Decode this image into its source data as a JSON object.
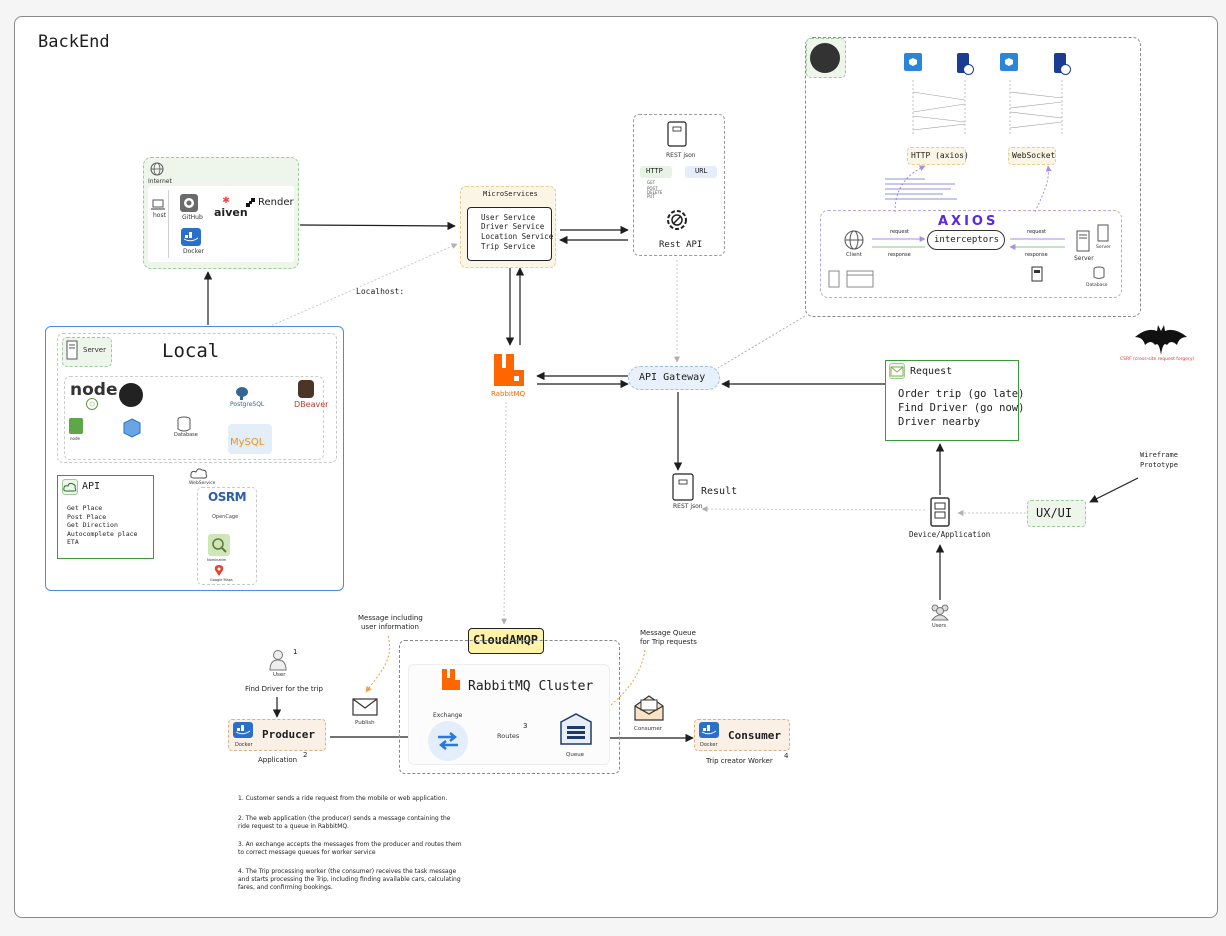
{
  "title": "BackEnd",
  "internet": {
    "label": "Internet",
    "host_label": "host",
    "github": "GitHub",
    "aiven": "aiven",
    "render": "Render",
    "docker": "Docker"
  },
  "microservices": {
    "header": "MicroServices",
    "items": [
      "User Service",
      "Driver Service",
      "Location Service",
      "Trip Service"
    ]
  },
  "rest_api": {
    "json_label": "REST json",
    "http": "HTTP",
    "url": "URL",
    "methods": [
      "GET",
      "POST",
      "DELETE",
      "PUT"
    ],
    "label": "Rest API"
  },
  "localhost_label": "Localhost:",
  "local": {
    "title": "Local",
    "server": "Server",
    "database": "Database",
    "postgres": "PostgreSQL",
    "mysql": "MySQL",
    "dbeaver": "DBeaver",
    "node": "node",
    "api_title": "API",
    "api_items": [
      "Get Place",
      "Post Place",
      "Get Direction",
      "Autocomplete place",
      "ETA"
    ],
    "webservice": "WebService",
    "osrm": "OSRM",
    "opencage": "OpenCage",
    "nominatim": "Nominatim",
    "google": "Google Maps"
  },
  "rabbitmq_label": "RabbitMQ",
  "api_gateway": "API Gateway",
  "result": {
    "json_label": "REST json",
    "label": "Result"
  },
  "request": {
    "title": "Request",
    "items": [
      "Order trip (go late)",
      "Find Driver (go now)",
      "Driver nearby"
    ]
  },
  "device_label": "Device/Application",
  "ux": "UX/UI",
  "wireframe": [
    "Wireframe",
    "Prototype"
  ],
  "users_label": "Users",
  "csrf_label": "CSRF (cross-site request forgery)",
  "axios_panel": {
    "http_axios": "HTTP (axios)",
    "websocket": "WebSocket",
    "axios_logo": "AXIOS",
    "interceptors": "interceptors",
    "client": "Client",
    "server": "Server",
    "server2": "Server",
    "database": "Database",
    "request1": "request",
    "response1": "response",
    "request2": "request",
    "response2": "response"
  },
  "cloudamqp": "CloudAMQP",
  "cluster": {
    "title": "RabbitMQ Cluster",
    "exchange": "Exchange",
    "routes": "Routes",
    "queue": "Queue",
    "num": "3"
  },
  "flow": {
    "user_label": "User",
    "user_num": "1",
    "find_driver": "Find Driver for the trip",
    "producer": "Producer",
    "docker": "Docker",
    "application": "Application",
    "app_num": "2",
    "publish": "Publish",
    "message_note": [
      "Message including",
      "user information"
    ],
    "queue_note": [
      "Message Queue",
      "for Trip requests"
    ],
    "consumer_small": "Consumer",
    "consumer": "Consumer",
    "consumer_docker": "Docker",
    "worker": "Trip creator Worker",
    "worker_num": "4"
  },
  "steps": [
    "1. Customer sends a ride request from the mobile or web application.",
    "2. The web application (the producer) sends a message containing the ride request to a queue in RabbitMQ.",
    "3. An exchange accepts the messages from the producer and routes them to correct message queues for worker service",
    "4. The Trip processing worker (the consumer) receives the task message and starts processing the Trip, including finding available cars, calculating fares, and confirming bookings."
  ],
  "colors": {
    "rabbit": "#ff6600",
    "green_fill": "#eef6ec",
    "yellow_fill": "#fbf5e6",
    "local_border": "#4a8fd6",
    "cloudamqp_fill": "#fff3a8",
    "axios_purple": "#5a29e4"
  }
}
